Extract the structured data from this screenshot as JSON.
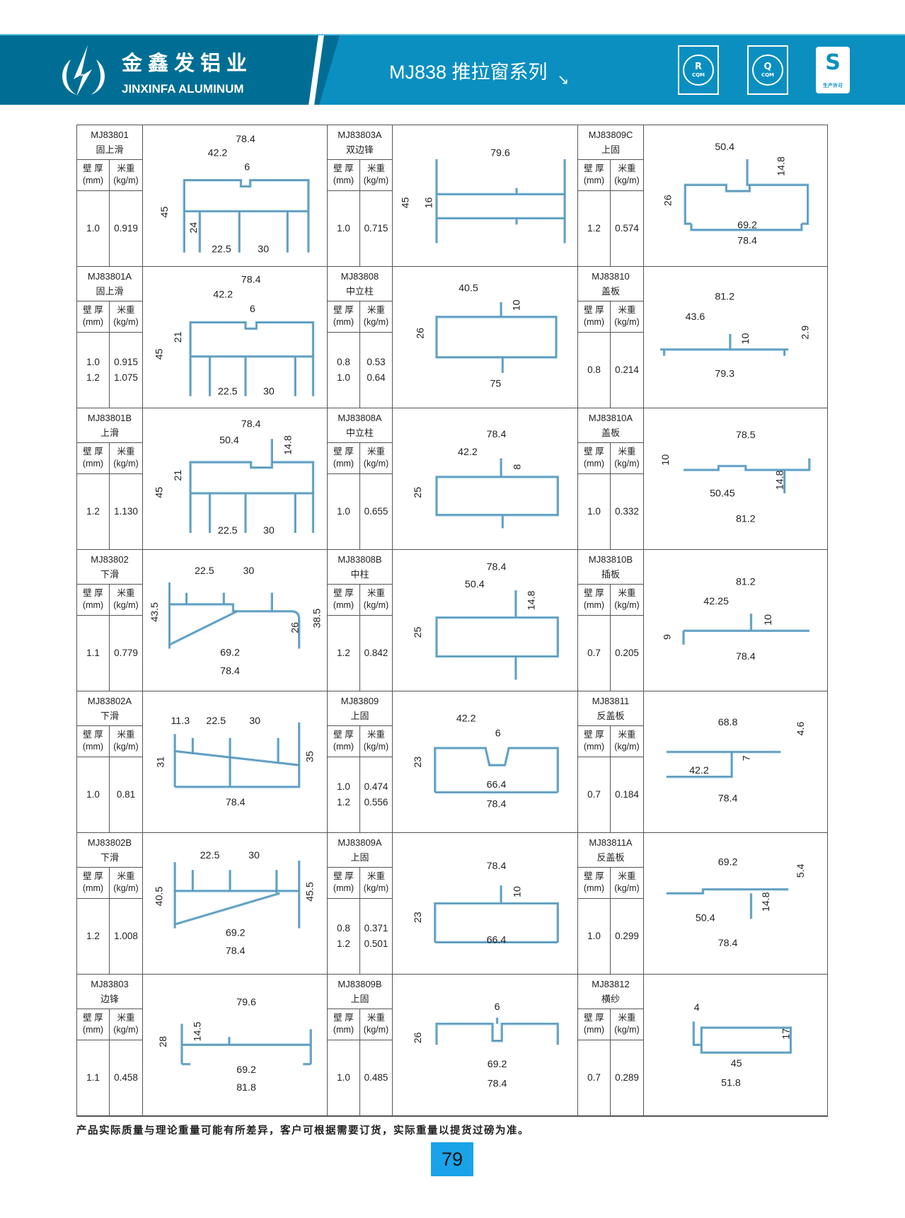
{
  "header": {
    "brand_cn": "金鑫发铝业",
    "brand_en": "JINXINFA ALUMINUM",
    "series_title": "MJ838 推拉窗系列",
    "certs": [
      {
        "icon": "r-cqm-cert-icon",
        "letter": "R",
        "label": "CQM"
      },
      {
        "icon": "q-cqm-cert-icon",
        "letter": "Q",
        "label": "CQM"
      },
      {
        "icon": "qs-license-icon",
        "letter": "S",
        "label": "生产许可"
      }
    ],
    "colors": {
      "dark": "#006e94",
      "main": "#0a8fc0"
    }
  },
  "table": {
    "thickness_label": "壁 厚",
    "thickness_unit": "(mm)",
    "weight_label": "米重",
    "weight_unit": "(kg/m)"
  },
  "products": [
    {
      "code": "MJ83801",
      "name": "固上滑",
      "thickness": [
        "1.0"
      ],
      "weight": [
        "0.919"
      ],
      "dims": [
        "78.4",
        "42.2",
        "6",
        "45",
        "24",
        "22.5",
        "30"
      ]
    },
    {
      "code": "MJ83803A",
      "name": "双边锋",
      "thickness": [
        "1.0"
      ],
      "weight": [
        "0.715"
      ],
      "dims": [
        "79.6",
        "45",
        "16"
      ]
    },
    {
      "code": "MJ83809C",
      "name": "上固",
      "thickness": [
        "1.2"
      ],
      "weight": [
        "0.574"
      ],
      "dims": [
        "50.4",
        "14.8",
        "26",
        "69.2",
        "78.4"
      ]
    },
    {
      "code": "MJ83801A",
      "name": "固上滑",
      "thickness": [
        "1.0",
        "1.2"
      ],
      "weight": [
        "0.915",
        "1.075"
      ],
      "dims": [
        "78.4",
        "42.2",
        "6",
        "21",
        "45",
        "22.5",
        "30"
      ]
    },
    {
      "code": "MJ83808",
      "name": "中立柱",
      "thickness": [
        "0.8",
        "1.0"
      ],
      "weight": [
        "0.53",
        "0.64"
      ],
      "dims": [
        "40.5",
        "10",
        "26",
        "75"
      ]
    },
    {
      "code": "MJ83810",
      "name": "盖板",
      "thickness": [
        "0.8"
      ],
      "weight": [
        "0.214"
      ],
      "dims": [
        "81.2",
        "43.6",
        "10",
        "2.9",
        "79.3"
      ]
    },
    {
      "code": "MJ83801B",
      "name": "上滑",
      "thickness": [
        "1.2"
      ],
      "weight": [
        "1.130"
      ],
      "dims": [
        "78.4",
        "50.4",
        "14.8",
        "21",
        "45",
        "22.5",
        "30"
      ]
    },
    {
      "code": "MJ83808A",
      "name": "中立柱",
      "thickness": [
        "1.0"
      ],
      "weight": [
        "0.655"
      ],
      "dims": [
        "78.4",
        "42.2",
        "8",
        "25"
      ]
    },
    {
      "code": "MJ83810A",
      "name": "盖板",
      "thickness": [
        "1.0"
      ],
      "weight": [
        "0.332"
      ],
      "dims": [
        "78.5",
        "10",
        "50.45",
        "14.8",
        "81.2"
      ]
    },
    {
      "code": "MJ83802",
      "name": "下滑",
      "thickness": [
        "1.1"
      ],
      "weight": [
        "0.779"
      ],
      "dims": [
        "22.5",
        "30",
        "43.5",
        "26",
        "38.5",
        "69.2",
        "78.4"
      ]
    },
    {
      "code": "MJ83808B",
      "name": "中柱",
      "thickness": [
        "1.2"
      ],
      "weight": [
        "0.842"
      ],
      "dims": [
        "78.4",
        "50.4",
        "14.8",
        "25"
      ]
    },
    {
      "code": "MJ83810B",
      "name": "插板",
      "thickness": [
        "0.7"
      ],
      "weight": [
        "0.205"
      ],
      "dims": [
        "81.2",
        "42.25",
        "10",
        "9",
        "78.4"
      ]
    },
    {
      "code": "MJ83802A",
      "name": "下滑",
      "thickness": [
        "1.0"
      ],
      "weight": [
        "0.81"
      ],
      "dims": [
        "11.3",
        "22.5",
        "30",
        "31",
        "35",
        "78.4"
      ]
    },
    {
      "code": "MJ83809",
      "name": "上固",
      "thickness": [
        "1.0",
        "1.2"
      ],
      "weight": [
        "0.474",
        "0.556"
      ],
      "dims": [
        "42.2",
        "6",
        "23",
        "66.4",
        "78.4"
      ]
    },
    {
      "code": "MJ83811",
      "name": "反盖板",
      "thickness": [
        "0.7"
      ],
      "weight": [
        "0.184"
      ],
      "dims": [
        "68.8",
        "4.6",
        "7",
        "42.2",
        "78.4"
      ]
    },
    {
      "code": "MJ83802B",
      "name": "下滑",
      "thickness": [
        "1.2"
      ],
      "weight": [
        "1.008"
      ],
      "dims": [
        "22.5",
        "30",
        "40.5",
        "45.5",
        "69.2",
        "78.4"
      ]
    },
    {
      "code": "MJ83809A",
      "name": "上固",
      "thickness": [
        "0.8",
        "1.2"
      ],
      "weight": [
        "0.371",
        "0.501"
      ],
      "dims": [
        "78.4",
        "10",
        "23",
        "66.4"
      ]
    },
    {
      "code": "MJ83811A",
      "name": "反盖板",
      "thickness": [
        "1.0"
      ],
      "weight": [
        "0.299"
      ],
      "dims": [
        "69.2",
        "5.4",
        "14.8",
        "50.4",
        "78.4"
      ]
    },
    {
      "code": "MJ83803",
      "name": "边锋",
      "thickness": [
        "1.1"
      ],
      "weight": [
        "0.458"
      ],
      "dims": [
        "79.6",
        "14.5",
        "28",
        "69.2",
        "81.8"
      ]
    },
    {
      "code": "MJ83809B",
      "name": "上固",
      "thickness": [
        "1.0"
      ],
      "weight": [
        "0.485"
      ],
      "dims": [
        "6",
        "26",
        "69.2",
        "78.4"
      ]
    },
    {
      "code": "MJ83812",
      "name": "横纱",
      "thickness": [
        "0.7"
      ],
      "weight": [
        "0.289"
      ],
      "dims": [
        "4",
        "17",
        "45",
        "51.8"
      ]
    }
  ],
  "footer": {
    "note": "产品实际质量与理论重量可能有所差异，客户可根据需要订货，实际重量以提货过磅为准。",
    "page_number": "79",
    "page_color": "#1aa3e8"
  }
}
